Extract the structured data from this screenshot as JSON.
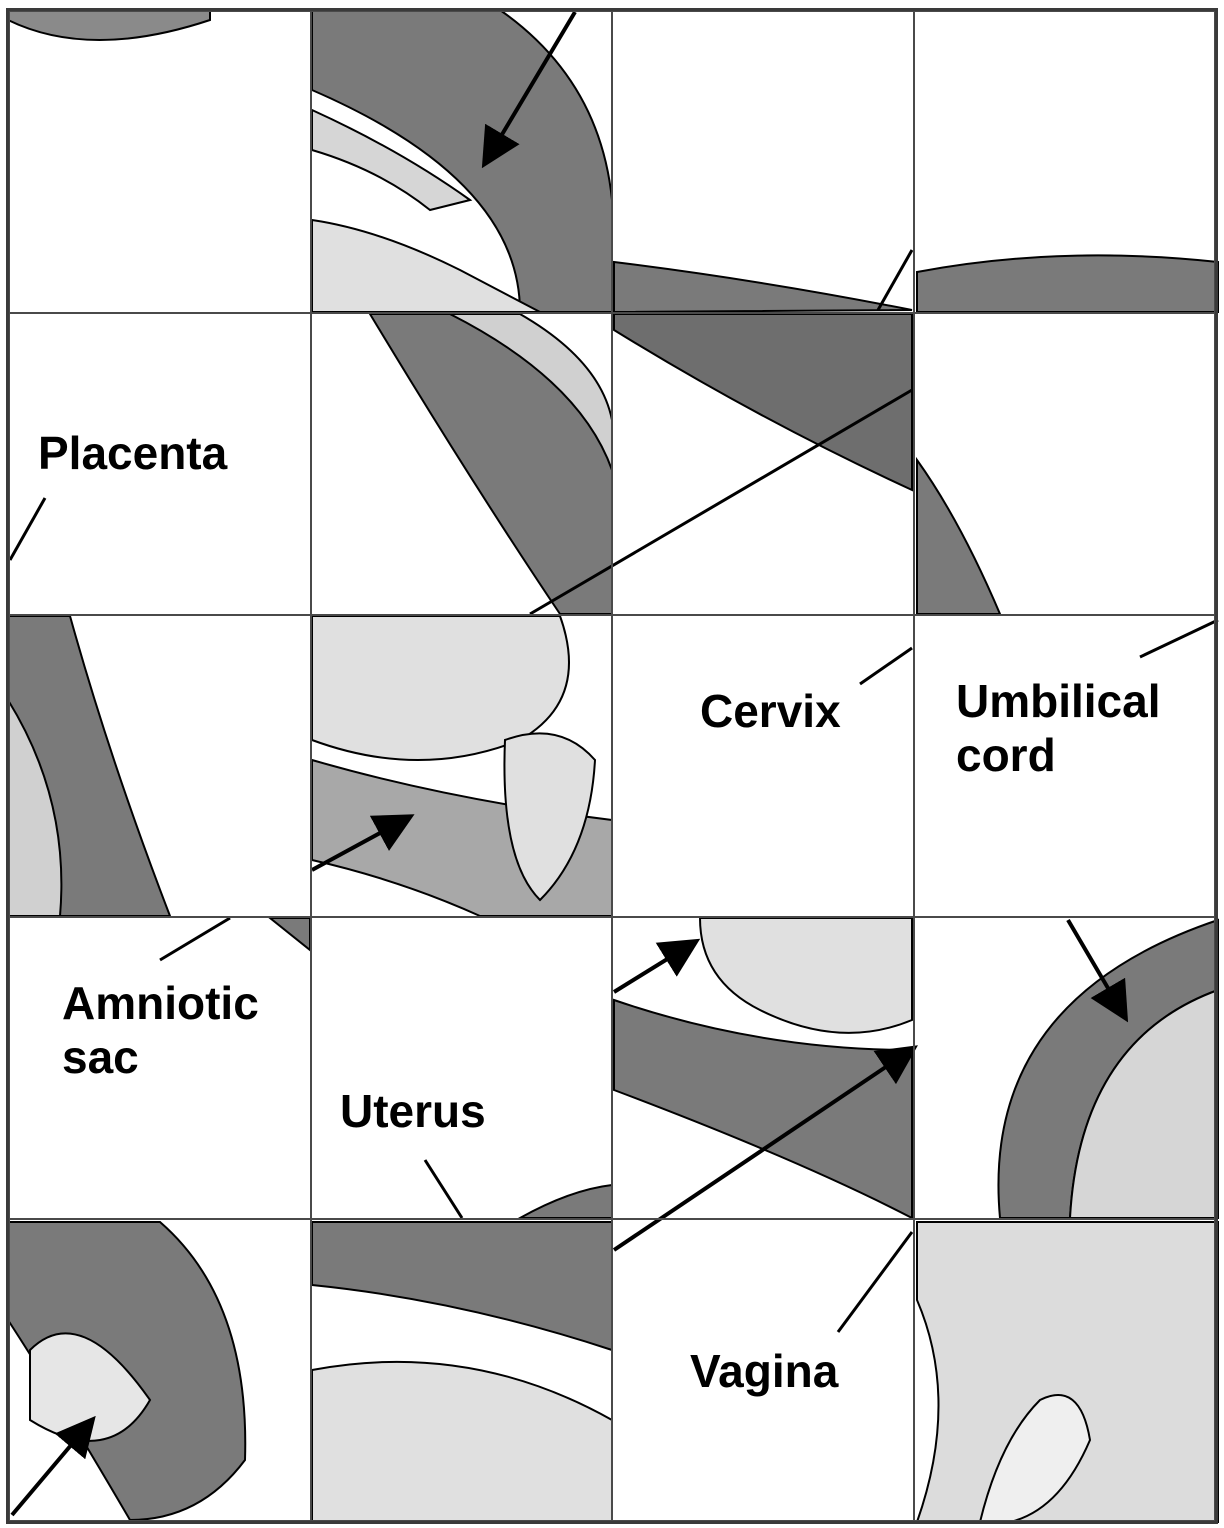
{
  "labels": {
    "placenta": "Placenta",
    "cervix": "Cervix",
    "umbilical_cord": "Umbilical\ncord",
    "amniotic_sac": "Amniotic\nsac",
    "uterus": "Uterus",
    "vagina": "Vagina"
  },
  "grid": {
    "columns": 4,
    "rows": 5
  },
  "colors": {
    "muscle": "#7a7a7a",
    "muscle_dark": "#5e5e5e",
    "tissue_light": "#cfcfcf",
    "skin": "#d9d9d9",
    "outline": "#000000",
    "background": "#ffffff"
  }
}
